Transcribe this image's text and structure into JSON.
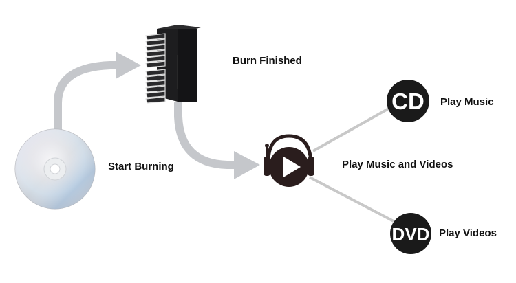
{
  "title": "Disc Burning Workflow",
  "steps": {
    "start": {
      "label": "Start Burning",
      "icon": "disc-icon"
    },
    "burn": {
      "label": "Burn Finished",
      "icon": "disc-duplicator-tower-icon"
    },
    "play": {
      "label": "Play Music and Videos",
      "icon": "headphone-play-icon"
    }
  },
  "outputs": [
    {
      "badge": "CD",
      "label": "Play Music",
      "icon": "cd-badge-icon"
    },
    {
      "badge": "DVD",
      "label": "Play Videos",
      "icon": "dvd-badge-icon"
    }
  ],
  "colors": {
    "arrow": "#c5c7cb",
    "connector": "#c8c8c8",
    "badge": "#1a1a1a",
    "text": "#111111"
  }
}
